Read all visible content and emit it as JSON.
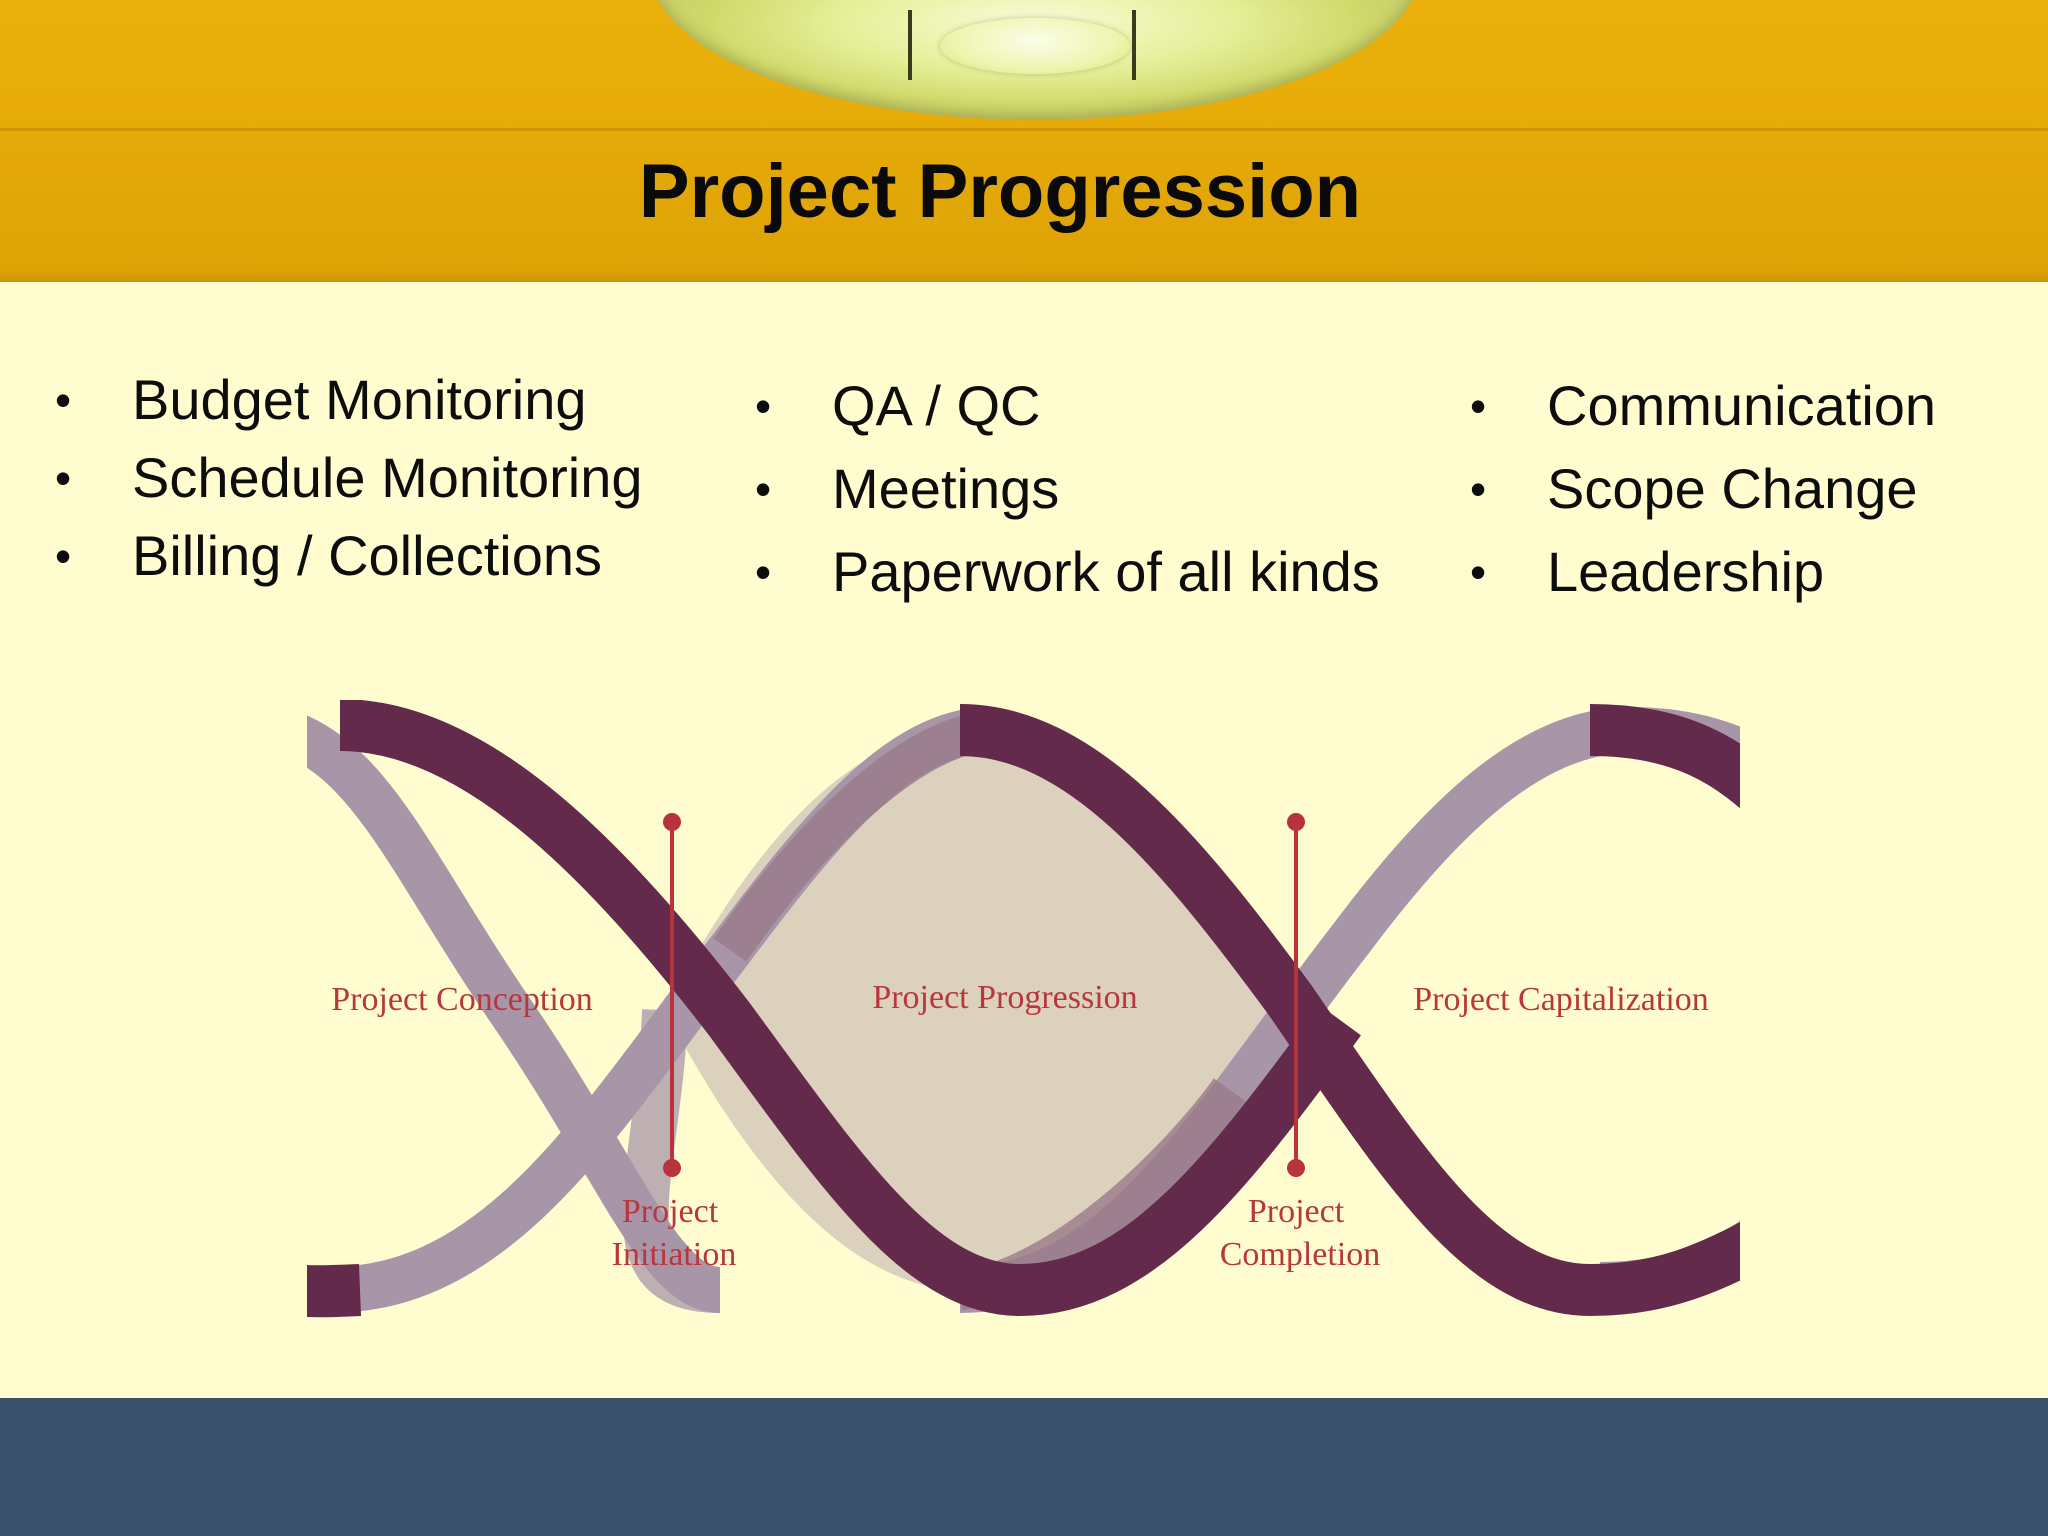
{
  "title": "Project Progression",
  "columns": [
    {
      "items": [
        "Budget Monitoring",
        "Schedule Monitoring",
        "Billing / Collections"
      ]
    },
    {
      "items": [
        "QA / QC",
        "Meetings",
        "Paperwork of all kinds"
      ]
    },
    {
      "items": [
        "Communication",
        "Scope Change",
        "Leadership"
      ]
    }
  ],
  "bullet_glyph": "•",
  "diagram": {
    "phases": [
      "Project Conception",
      "Project Progression",
      "Project Capitalization"
    ],
    "milestones": [
      {
        "line1": "Project",
        "line2": "Initiation"
      },
      {
        "line1": "Project",
        "line2": "Completion"
      }
    ]
  },
  "colors": {
    "header": "#e8ad08",
    "background": "#fffdd0",
    "footer": "#3b516c",
    "strand_dark": "#632a4b",
    "strand_light": "#a896a8",
    "lens_fill": "#dbd1bd",
    "milestone_red": "#b8333c",
    "label_red": "#b8373f"
  }
}
